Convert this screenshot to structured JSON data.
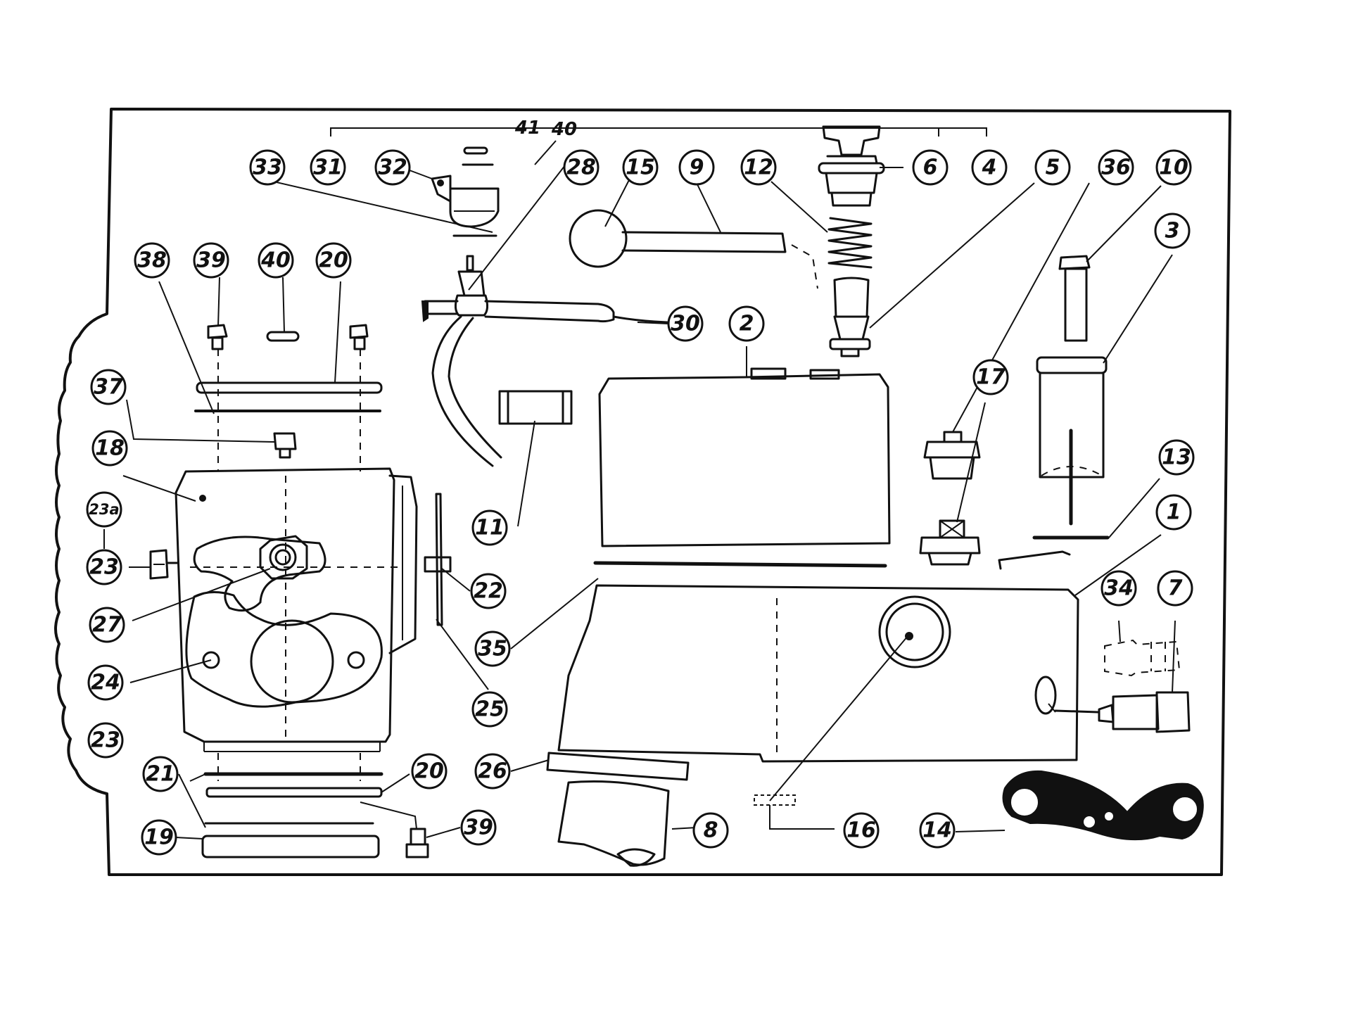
{
  "diagram": {
    "callouts": [
      {
        "id": "c33",
        "label": "33"
      },
      {
        "id": "c31",
        "label": "31"
      },
      {
        "id": "c32",
        "label": "32"
      },
      {
        "id": "c28",
        "label": "28"
      },
      {
        "id": "c15",
        "label": "15"
      },
      {
        "id": "c9",
        "label": "9"
      },
      {
        "id": "c12",
        "label": "12"
      },
      {
        "id": "c6",
        "label": "6"
      },
      {
        "id": "c4",
        "label": "4"
      },
      {
        "id": "c5",
        "label": "5"
      },
      {
        "id": "c36",
        "label": "36"
      },
      {
        "id": "c10",
        "label": "10"
      },
      {
        "id": "c3",
        "label": "3"
      },
      {
        "id": "c38",
        "label": "38"
      },
      {
        "id": "c39a",
        "label": "39"
      },
      {
        "id": "c40",
        "label": "40"
      },
      {
        "id": "c20a",
        "label": "20"
      },
      {
        "id": "c30",
        "label": "30"
      },
      {
        "id": "c2",
        "label": "2"
      },
      {
        "id": "c37",
        "label": "37"
      },
      {
        "id": "c17",
        "label": "17"
      },
      {
        "id": "c18",
        "label": "18"
      },
      {
        "id": "c13",
        "label": "13"
      },
      {
        "id": "c23a",
        "label": "23a"
      },
      {
        "id": "c1",
        "label": "1"
      },
      {
        "id": "c11",
        "label": "11"
      },
      {
        "id": "c23b",
        "label": "23"
      },
      {
        "id": "c22",
        "label": "22"
      },
      {
        "id": "c34",
        "label": "34"
      },
      {
        "id": "c7",
        "label": "7"
      },
      {
        "id": "c27",
        "label": "27"
      },
      {
        "id": "c35",
        "label": "35"
      },
      {
        "id": "c24",
        "label": "24"
      },
      {
        "id": "c25",
        "label": "25"
      },
      {
        "id": "c23c",
        "label": "23"
      },
      {
        "id": "c26",
        "label": "26"
      },
      {
        "id": "c21",
        "label": "21"
      },
      {
        "id": "c20b",
        "label": "20"
      },
      {
        "id": "c39b",
        "label": "39"
      },
      {
        "id": "c19",
        "label": "19"
      },
      {
        "id": "c8",
        "label": "8"
      },
      {
        "id": "c16",
        "label": "16"
      },
      {
        "id": "c14",
        "label": "14"
      }
    ],
    "free_labels": [
      {
        "id": "t41",
        "label": "41"
      },
      {
        "id": "t40",
        "label": "40"
      }
    ]
  }
}
